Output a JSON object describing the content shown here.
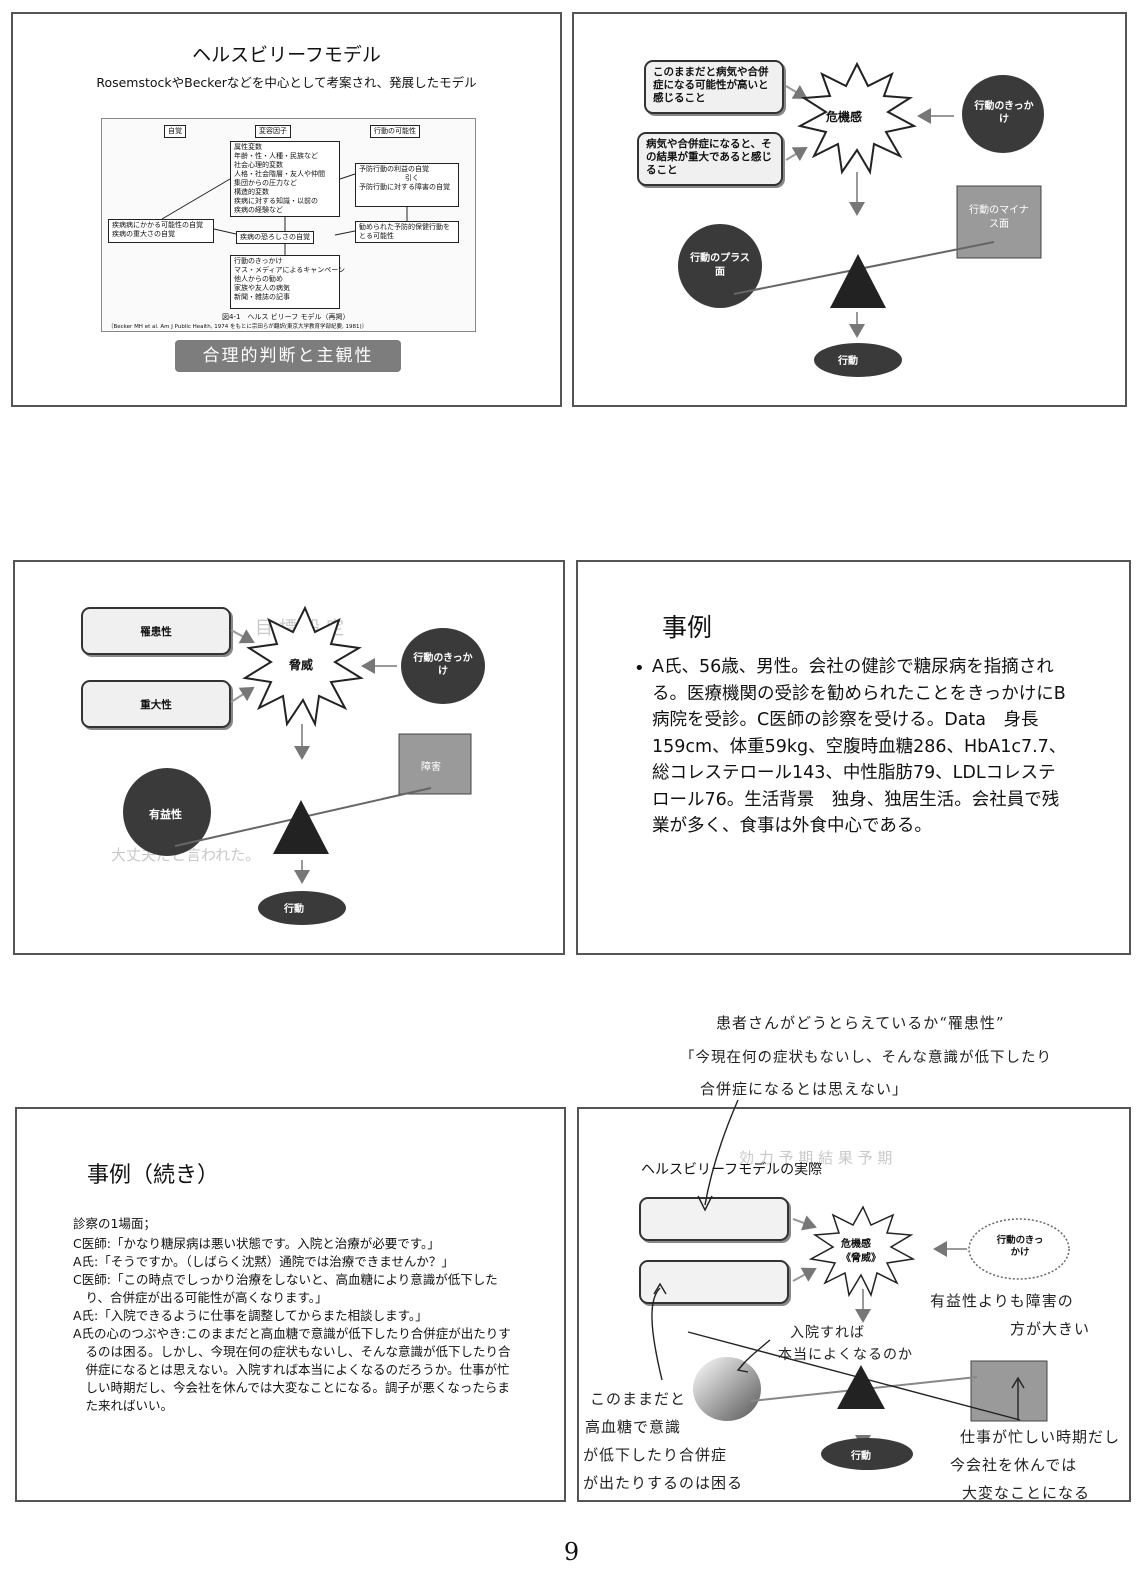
{
  "slide1": {
    "title": "ヘルスビリーフモデル",
    "subtitle": "RosemstockやBeckerなどを中心として考案され、発展したモデル",
    "diagram": {
      "head_perception": "自覚",
      "head_modifying": "変容因子",
      "head_likelihood": "行動の可能性",
      "modifying_factors": [
        "属性変数",
        "年齢・性・人種・民族など",
        "社会心理的変数",
        "人格・社会階層・友人や仲間",
        "集団からの圧力など",
        "構造的変数",
        "疾病に対する知識・以前の",
        "疾病の経験など"
      ],
      "benefits": [
        "予防行動の利益の自覚",
        "引く",
        "予防行動に対する障害の自覚"
      ],
      "susceptibility": "疾病病にかかる可能性の自覚",
      "severity": "疾病の重大さの自覚",
      "threat": "疾病の恐ろしさの自覚",
      "recommended": "勧められた予防的保健行動をとる可能性",
      "cues": [
        "行動のきっかけ",
        "マス・メディアによるキャンペーン",
        "他人からの勧め",
        "家族や友人の病気",
        "新聞・雑誌の記事"
      ],
      "caption": "図4-1　ヘルス ビリーフ モデル（再掲）",
      "citation": "〔Becker MH et al. Am J Public Health, 1974 をもとに宗田らが翻訳(東京大学教育学部紀要, 1981)〕"
    },
    "banner": "合理的判断と主観性"
  },
  "slide2": {
    "box_top": "このままだと病気や合併症になる可能性が高いと感じること",
    "box_bottom": "病気や合併症になると、その結果が重大であると感じること",
    "burst": "危機感",
    "cue": "行動のきっかけ",
    "minus": "行動のマイナス面",
    "plus": "行動のプラス面",
    "action": "行動"
  },
  "slide3": {
    "box_top": "罹患性",
    "box_bottom": "重大性",
    "burst": "脅威",
    "cue": "行動のきっかけ",
    "barrier": "障害",
    "benefit": "有益性",
    "action": "行動"
  },
  "slide4": {
    "title": "事例",
    "body": "A氏、56歳、男性。会社の健診で糖尿病を指摘される。医療機関の受診を勧められたことをきっかけにB病院を受診。C医師の診察を受ける。Data　身長159cm、体重59kg、空腹時血糖286、HbA1c7.7、総コレステロール143、中性脂肪79、LDLコレステロール76。生活背景　独身、独居生活。会社員で残業が多く、食事は外食中心である。"
  },
  "slide5": {
    "title": "事例（続き）",
    "intro": "診察の1場面；",
    "dialogue": [
      "C医師:「かなり糖尿病は悪い状態です。入院と治療が必要です。」",
      "A氏:「そうですか。（しばらく沈黙）通院では治療できませんか？」",
      "C医師:「この時点でしっかり治療をしないと、高血糖により意識が低下したり、合併症が出る可能性が高くなります。」",
      "A氏:「入院できるように仕事を調整してからまた相談します。」",
      "A氏の心のつぶやき:このままだと高血糖で意識が低下したり合併症が出たりするのは困る。しかし、今現在何の症状もないし、そんな意識が低下したり合併症になるとは思えない。入院すれば本当によくなるのだろうか。仕事が忙しい時期だし、今会社を休んでは大変なことになる。調子が悪くなったらまた来ればいい。"
    ]
  },
  "slide6": {
    "title": "ヘルスビリーフモデルの実際",
    "burst_line1": "危機感",
    "burst_line2": "《脅威》",
    "cue": "行動のきっかけ",
    "action": "行動"
  },
  "handwriting": {
    "top_line1": "患者さんがどうとらえているか“罹患性”",
    "top_line2": "「今現在何の症状もないし、そんな意識が低下したり",
    "top_line3": "合併症になるとは思えない」",
    "right_note_line1": "有益性よりも障害の",
    "right_note_line2": "方が大きい",
    "middle_note_line1": "入院すれば",
    "middle_note_line2": "本当によくなるのか",
    "left_note": [
      "このままだと",
      "高血糖で意識",
      "が低下したり合併症",
      "が出たりするのは困る"
    ],
    "bottom_right": [
      "仕事が忙しい時期だし",
      "今会社を休んでは",
      "大変なことになる"
    ]
  },
  "page_number": "9",
  "colors": {
    "frame": "#555555",
    "dark_fill": "#3a3a3a",
    "gray_fill": "#9a9a9a",
    "banner": "#7d7d7d"
  }
}
